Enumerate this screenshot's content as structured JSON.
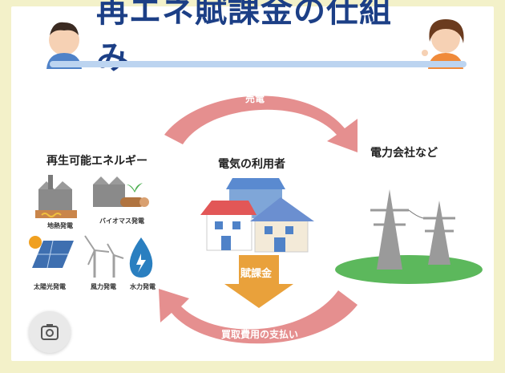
{
  "title": "再エネ賦課金の仕組み",
  "labels": {
    "renewable": "再生可能エネルギー",
    "users": "電気の利用者",
    "power_company": "電力会社など"
  },
  "sources": {
    "geothermal": "地熱発電",
    "biomass": "バイオマス発電",
    "solar": "太陽光発電",
    "wind": "風力発電",
    "hydro": "水力発電"
  },
  "flows": {
    "sell": "売電",
    "levy": "賦課金",
    "purchase_payment": "買取費用の支払い"
  },
  "colors": {
    "title": "#1c3f86",
    "arc": "#e58f8f",
    "levy_arrow": "#e9a13b",
    "background": "#f3f1c9"
  },
  "icons": [
    "man-avatar-icon",
    "woman-avatar-icon",
    "geothermal-plant-icon",
    "biomass-plant-icon",
    "solar-panel-icon",
    "wind-turbine-icon",
    "water-drop-icon",
    "houses-icon",
    "transmission-tower-icon",
    "lens-search-icon"
  ]
}
